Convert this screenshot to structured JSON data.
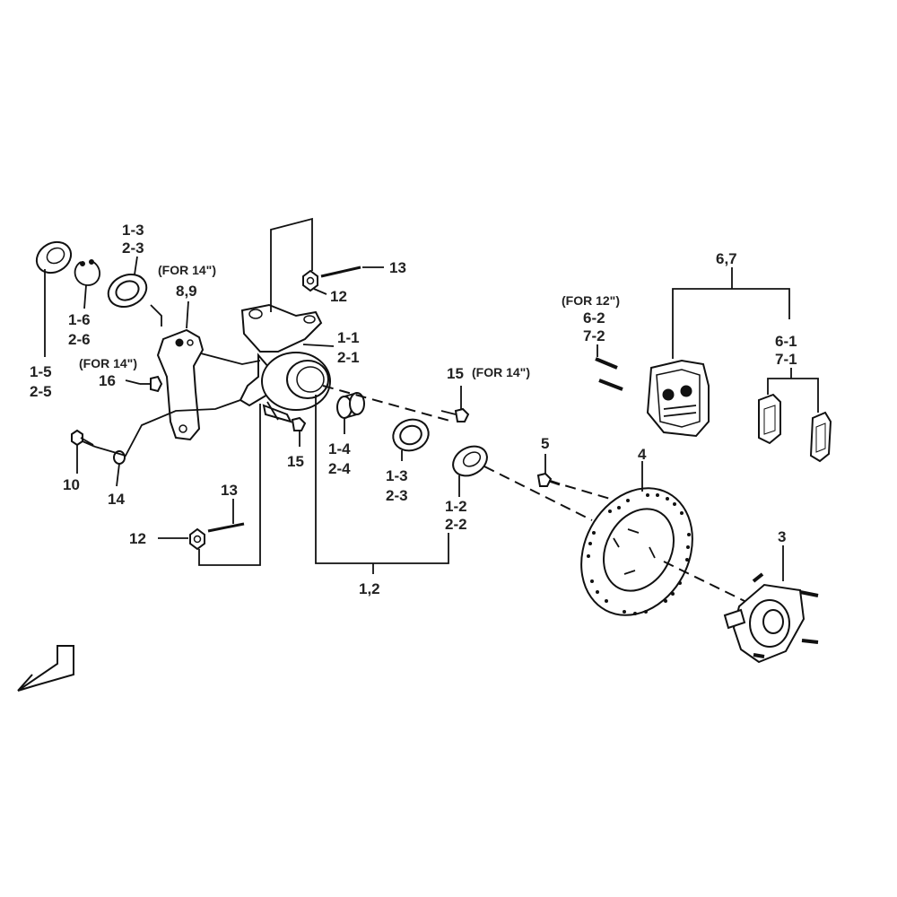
{
  "labels": {
    "l_1_5": "1-5",
    "l_2_5": "2-5",
    "l_1_6": "1-6",
    "l_2_6": "2-6",
    "l_1_3a": "1-3",
    "l_2_3a": "2-3",
    "l_for14_a": "(FOR 14\")",
    "l_8_9": "8,9",
    "l_for14_b": "(FOR 14\")",
    "l_16": "16",
    "l_10": "10",
    "l_14": "14",
    "l_13a": "13",
    "l_12a": "12",
    "l_1_1": "1-1",
    "l_2_1": "2-1",
    "l_15a": "15",
    "l_for14_c": "(FOR 14\")",
    "l_15b": "15",
    "l_1_4": "1-4",
    "l_2_4": "2-4",
    "l_1_3b": "1-3",
    "l_2_3b": "2-3",
    "l_1_2": "1-2",
    "l_2_2": "2-2",
    "l_13b": "13",
    "l_12b": "12",
    "l_1_2_group": "1,2",
    "l_for12": "(FOR 12\")",
    "l_6_2": "6-2",
    "l_7_2": "7-2",
    "l_6_7": "6,7",
    "l_6_1": "6-1",
    "l_7_1": "7-1",
    "l_5": "5",
    "l_4": "4",
    "l_3": "3"
  },
  "icons": [
    "oil-seal-icon",
    "circlip-icon",
    "bearing-icon",
    "caliper-bracket-icon",
    "knuckle-icon",
    "bolt-icon",
    "nut-icon",
    "brake-disc-icon",
    "wheel-hub-icon",
    "brake-caliper-icon",
    "brake-pad-icon",
    "front-arrow-icon"
  ]
}
